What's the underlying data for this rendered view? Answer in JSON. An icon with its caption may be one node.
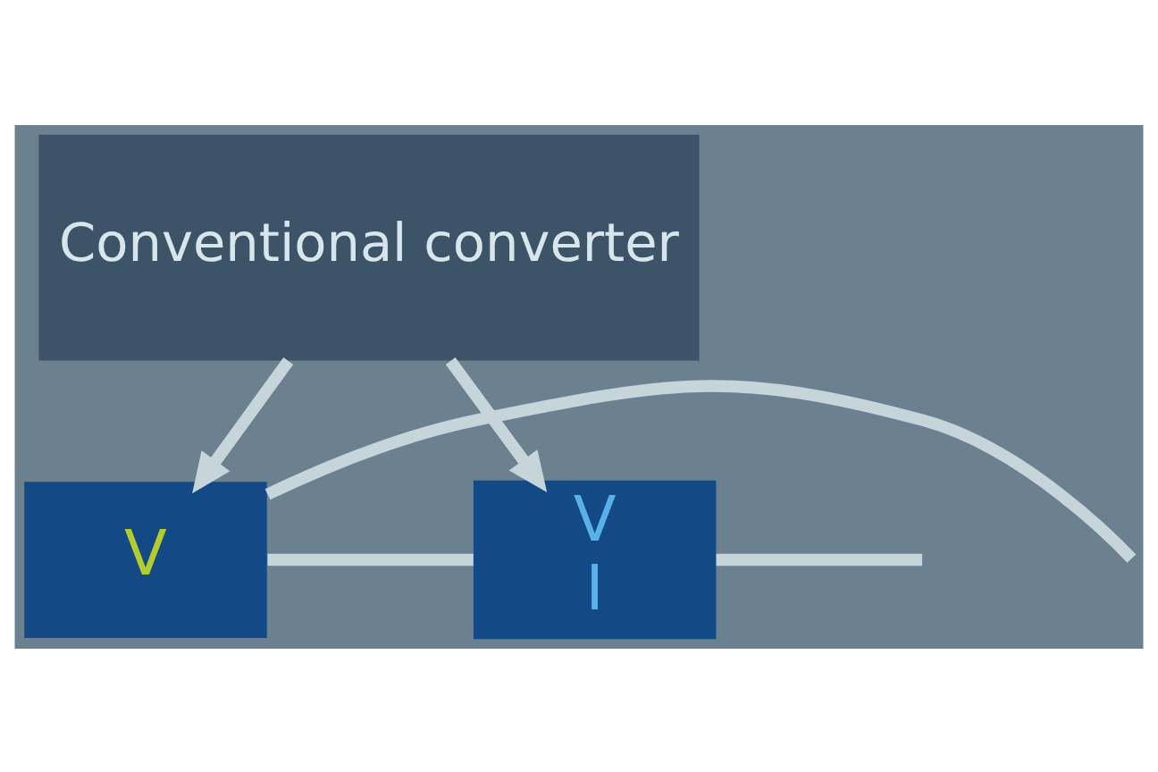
{
  "diagram": {
    "nodes": [
      {
        "text": [
          "Conventional converter"
        ]
      },
      {
        "text": [
          "V"
        ]
      },
      {
        "text": [
          "V",
          "I"
        ]
      }
    ],
    "edges": [
      {
        "from": 0,
        "to": 1,
        "arrow": "to"
      },
      {
        "from": 0,
        "to": 2,
        "arrow": "to"
      },
      {
        "from": null,
        "to": 1,
        "arrow": "none"
      },
      {
        "from": 1,
        "to": 2,
        "arrow": "none"
      },
      {
        "from": 2,
        "to": null,
        "arrow": "none"
      }
    ]
  }
}
